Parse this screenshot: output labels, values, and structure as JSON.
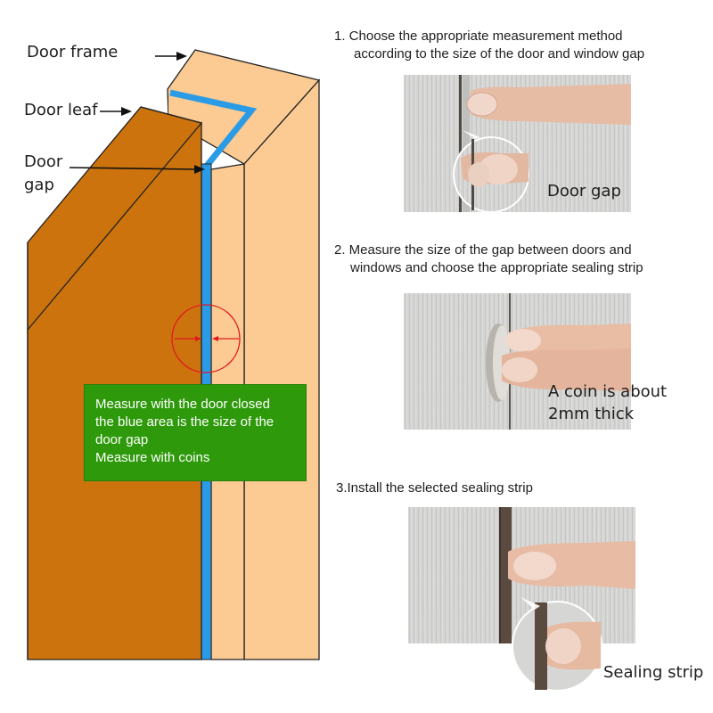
{
  "labels": {
    "door_frame": "Door frame",
    "door_leaf": "Door leaf",
    "door_gap_line1": "Door",
    "door_gap_line2": "gap"
  },
  "note": {
    "lines": [
      "Measure with the door closed",
      "the blue area is the size of the",
      "door gap",
      "Measure with coins"
    ]
  },
  "steps": [
    {
      "line1": "1. Choose the appropriate measurement method",
      "line2": "according to the size of the door and window gap",
      "callout_line1": "Door gap",
      "callout_line2": ""
    },
    {
      "line1": "2. Measure the size of the gap between doors and",
      "line2": "windows and choose the appropriate sealing strip",
      "callout_line1": "A coin is about",
      "callout_line2": "2mm thick"
    },
    {
      "line1": "3.Install the selected sealing strip",
      "line2": "",
      "callout_line1": "Sealing strip",
      "callout_line2": ""
    }
  ],
  "colors": {
    "door_leaf": "#cc730d",
    "door_frame": "#fbcb93",
    "gap_blue": "#2b9be6",
    "note_green": "#2e9a0b",
    "measure_red": "#e0181f"
  }
}
